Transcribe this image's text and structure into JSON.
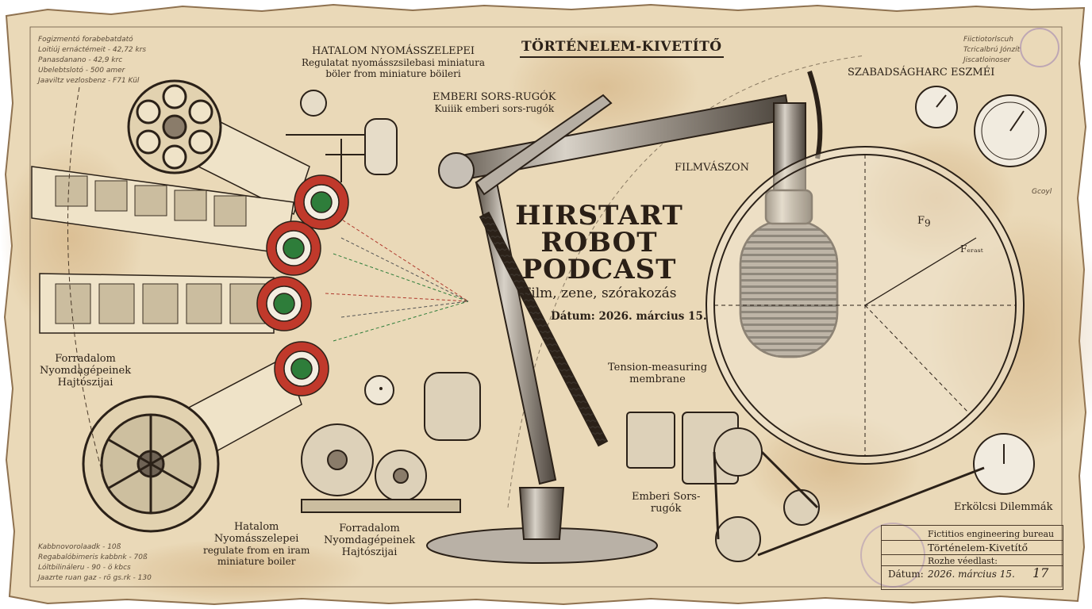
{
  "poster": {
    "header": "TÖRTÉNELEM-KIVETÍTŐ",
    "show_title": [
      "HIRSTART",
      "ROBOT",
      "PODCAST"
    ],
    "subtitle": "Film, zene, szórakozás",
    "date": "Dátum: 2026. március 15."
  },
  "labels": {
    "top_center_1": "HATALOM NYOMÁSSZELEPEI",
    "top_center_2": "Regulatat nyomásszsilebasi miniatura",
    "top_center_3": "böler from miniature böileri",
    "sors_1": "EMBERI SORS-RUGÓK",
    "sors_2": "Kuiiik emberi sors-rugók",
    "szabadsag": "SZABADSÁGHARC ESZMÉI",
    "filmvaszon": "FILMVÁSZON",
    "left_mid_1": "Forradalom",
    "left_mid_2": "Nyomdagépeinek",
    "left_mid_3": "Hajtószijai",
    "bottom_left_1": "Hatalom",
    "bottom_left_2": "Nyomásszelepei",
    "bottom_left_3": "regulate from en iram",
    "bottom_left_4": "miniature boiler",
    "bottom_mid_1": "Forradalom",
    "bottom_mid_2": "Nyomdagépeinek",
    "bottom_mid_3": "Hajtószijai",
    "tension_1": "Tension-measuring",
    "tension_2": "membrane",
    "sors_bottom_1": "Emberi Sors-",
    "sors_bottom_2": "rugók",
    "erkolcsi": "Erkölcsi Dilemmák",
    "f_label": "F",
    "f_sub": "9",
    "f_erast": "Fₑᵣₐₛₜ"
  },
  "notes": {
    "top_left": [
      "Fogizmentó forabebatdató",
      "Loitiúj ernáctémeit - 42,72 krs",
      "Panasdanano - 42,9 krc",
      "Ubelebtslotó - 500 amer",
      "Jaaviltz vezlosbenz - F71 Kül"
    ],
    "top_right": [
      "Fiictiotorlscuh",
      "Tcricalbrú Jónzít",
      "Jiscatloinoser"
    ],
    "bottom_left": [
      "Kabbnovorolaadk - 10ß",
      "Regabalóbimeris kabbnk - 70ß",
      "Lóltbilináleru - 90 - ö kbcs",
      "Jaazrte ruan gaz - rö gs.rk - 130"
    ],
    "gauge_side": "Gcoyl"
  },
  "stamp": {
    "bureau": "Fictitios engineering bureau",
    "name": "Történelem-Kivetítő",
    "field_label": "Rozhe véedlast:",
    "date_label": "Dátum:",
    "date_value": "2026. március 15.",
    "sheet_no": "17"
  },
  "colors": {
    "paper": "#ead9b8",
    "ink": "#2b2118",
    "red": "#c0392b",
    "green": "#2e7d3a",
    "stain": "#c9a870"
  }
}
